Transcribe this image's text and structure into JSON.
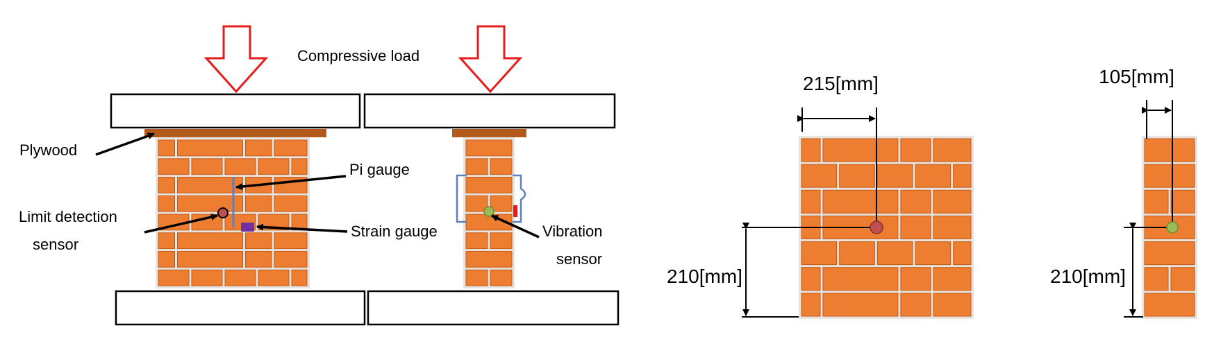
{
  "labels": {
    "compressive_load": "Compressive load",
    "plywood": "Plywood",
    "pi_gauge": "Pi gauge",
    "limit_detection_1": "Limit detection",
    "limit_detection_2": "sensor",
    "strain_gauge": "Strain gauge",
    "vibration_1": "Vibration",
    "vibration_2": "sensor"
  },
  "dimensions": {
    "wide_width": "215[mm]",
    "wide_height": "210[mm]",
    "narrow_width": "105[mm]",
    "narrow_height": "210[mm]"
  },
  "colors": {
    "brick": "#ED7D31",
    "mortar": "#E8E3DE",
    "brick_edge": "#C55A11",
    "plywood": "#B35A1A",
    "arrow": "#E81B1B",
    "pi_gauge": "#5B7FC4",
    "strain_gauge": "#7030A0",
    "limit_sensor": "#C0504D",
    "vibration_sensor": "#9BBB59",
    "frame": "#000000"
  }
}
